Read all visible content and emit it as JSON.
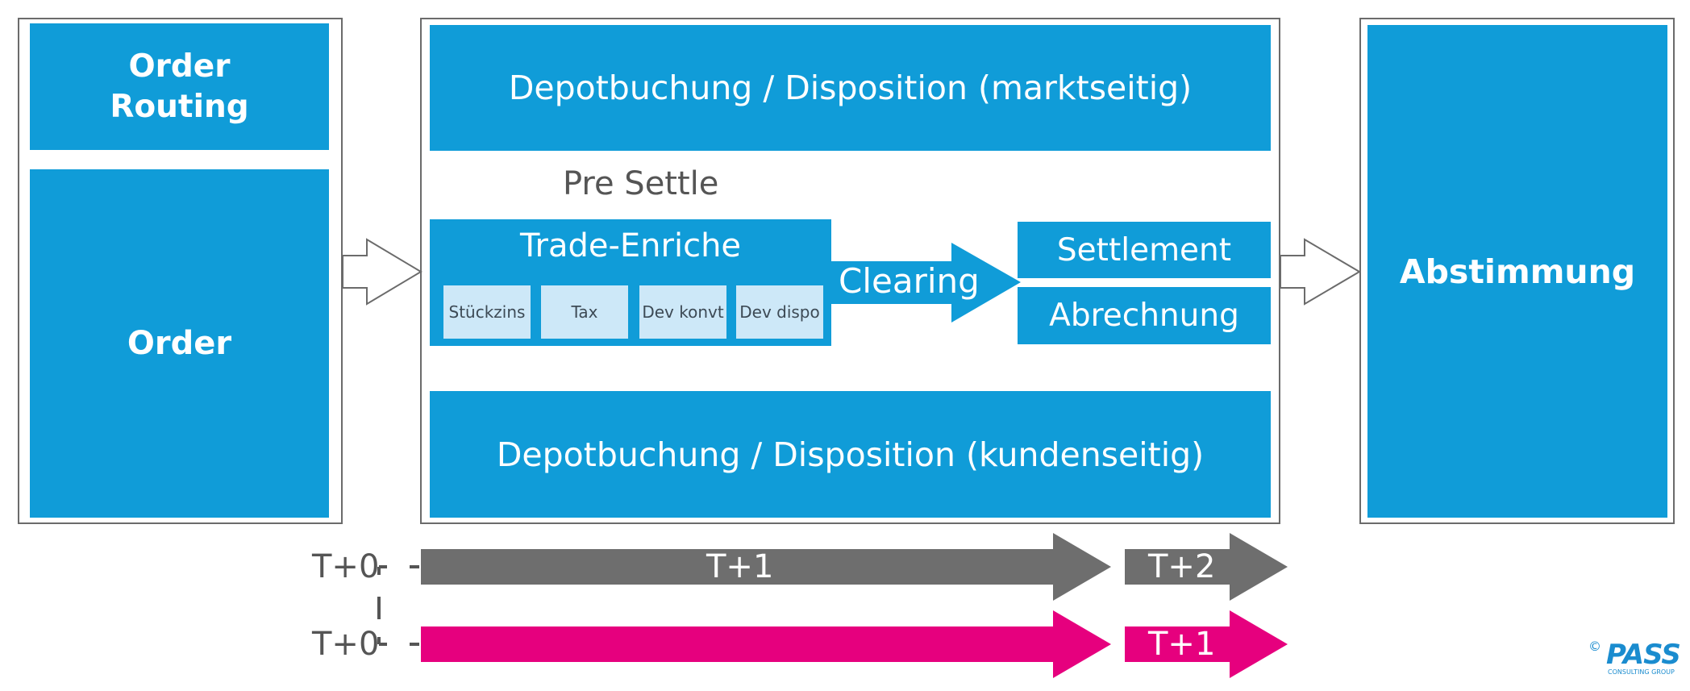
{
  "left": {
    "order_routing": "Order\nRouting",
    "order": "Order"
  },
  "center": {
    "top_bar": "Depotbuchung / Disposition (marktseitig)",
    "pre_settle": "Pre Settle",
    "trade_enrich": "Trade-Enriche",
    "sub_items": [
      "Stückzins",
      "Tax",
      "Dev konvt",
      "Dev dispo"
    ],
    "clearing": "Clearing",
    "settlement": "Settlement",
    "abrechnung": "Abrechnung",
    "bottom_bar": "Depotbuchung / Disposition (kundenseitig)"
  },
  "right": {
    "abstimmung": "Abstimmung"
  },
  "timeline": {
    "row1": {
      "start": "T+0",
      "main": "T+1",
      "end": "T+2"
    },
    "row2": {
      "start": "T+0",
      "end": "T+1"
    }
  },
  "logo": {
    "copyright": "©",
    "brand": "PASS",
    "tagline": "CONSULTING GROUP"
  },
  "colors": {
    "blue": "#109cd8",
    "light_blue": "#cde8f8",
    "gray_arrow": "#6e6e6e",
    "magenta_arrow": "#e6007e"
  }
}
